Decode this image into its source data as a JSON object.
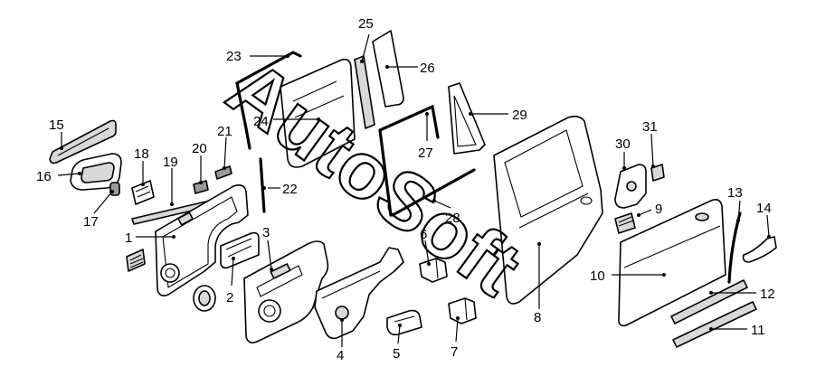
{
  "watermark": "AutoSoft",
  "callouts": [
    {
      "id": "p1",
      "label": "1"
    },
    {
      "id": "p2",
      "label": "2"
    },
    {
      "id": "p3",
      "label": "3"
    },
    {
      "id": "p4",
      "label": "4"
    },
    {
      "id": "p5",
      "label": "5"
    },
    {
      "id": "p6",
      "label": "6"
    },
    {
      "id": "p7",
      "label": "7"
    },
    {
      "id": "p8",
      "label": "8"
    },
    {
      "id": "p9",
      "label": "9"
    },
    {
      "id": "p10",
      "label": "10"
    },
    {
      "id": "p11",
      "label": "11"
    },
    {
      "id": "p12",
      "label": "12"
    },
    {
      "id": "p13",
      "label": "13"
    },
    {
      "id": "p14",
      "label": "14"
    },
    {
      "id": "p15",
      "label": "15"
    },
    {
      "id": "p16",
      "label": "16"
    },
    {
      "id": "p17",
      "label": "17"
    },
    {
      "id": "p18",
      "label": "18"
    },
    {
      "id": "p19",
      "label": "19"
    },
    {
      "id": "p20",
      "label": "20"
    },
    {
      "id": "p21",
      "label": "21"
    },
    {
      "id": "p22",
      "label": "22"
    },
    {
      "id": "p23",
      "label": "23"
    },
    {
      "id": "p24",
      "label": "24"
    },
    {
      "id": "p25",
      "label": "25"
    },
    {
      "id": "p26",
      "label": "26"
    },
    {
      "id": "p27",
      "label": "27"
    },
    {
      "id": "p28",
      "label": "28"
    },
    {
      "id": "p29",
      "label": "29"
    },
    {
      "id": "p30",
      "label": "30"
    },
    {
      "id": "p31",
      "label": "31"
    }
  ]
}
